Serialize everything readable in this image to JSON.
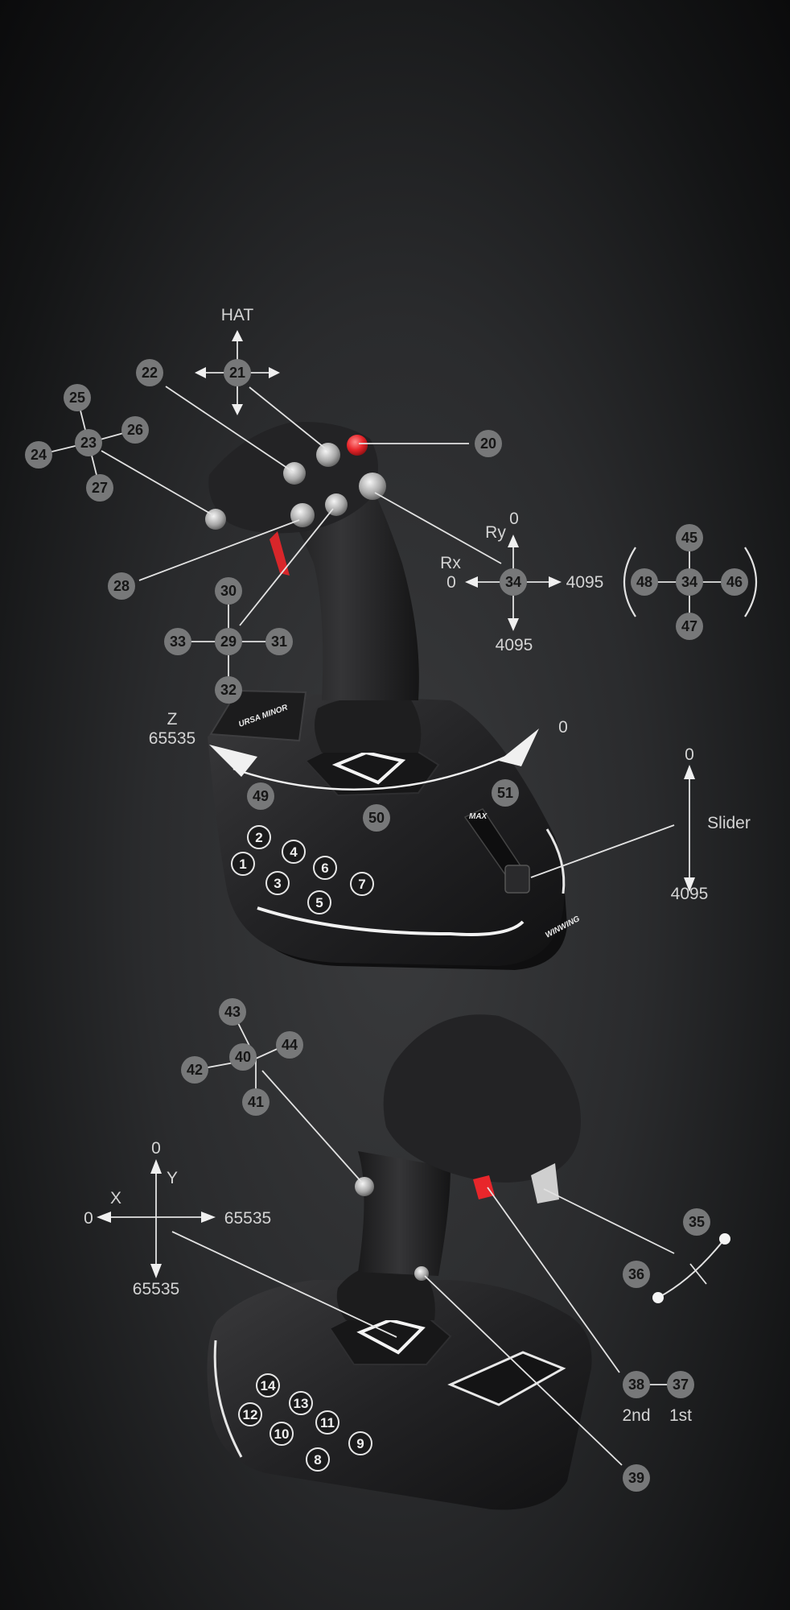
{
  "labels": {
    "hat": "HAT",
    "ry": "Ry",
    "ry_min": "0",
    "ry_max": "4095",
    "rx": "Rx",
    "rx_min": "0",
    "rx_max": "4095",
    "z": "Z",
    "z_max": "65535",
    "z_min": "0",
    "slider": "Slider",
    "slider_min": "0",
    "slider_max": "4095",
    "x": "X",
    "x_min": "0",
    "x_max": "65535",
    "y": "Y",
    "y_min": "0",
    "y_max": "65535",
    "stage_2nd": "2nd",
    "stage_1st": "1st",
    "brand_left": "URSA MINOR",
    "brand_right": "WINWING",
    "slider_mark": "MAX"
  },
  "badges": [
    "20",
    "21",
    "22",
    "23",
    "24",
    "25",
    "26",
    "27",
    "28",
    "29",
    "30",
    "31",
    "32",
    "33",
    "34",
    "34",
    "35",
    "36",
    "37",
    "38",
    "39",
    "40",
    "41",
    "42",
    "43",
    "44",
    "45",
    "46",
    "47",
    "48",
    "49",
    "50",
    "51"
  ],
  "buttons": [
    "1",
    "2",
    "3",
    "4",
    "5",
    "6",
    "7",
    "8",
    "9",
    "10",
    "11",
    "12",
    "13",
    "14"
  ],
  "colors": {
    "accent_red": "#e8262b",
    "badge": "#777879",
    "line": "#e2e2e2"
  }
}
